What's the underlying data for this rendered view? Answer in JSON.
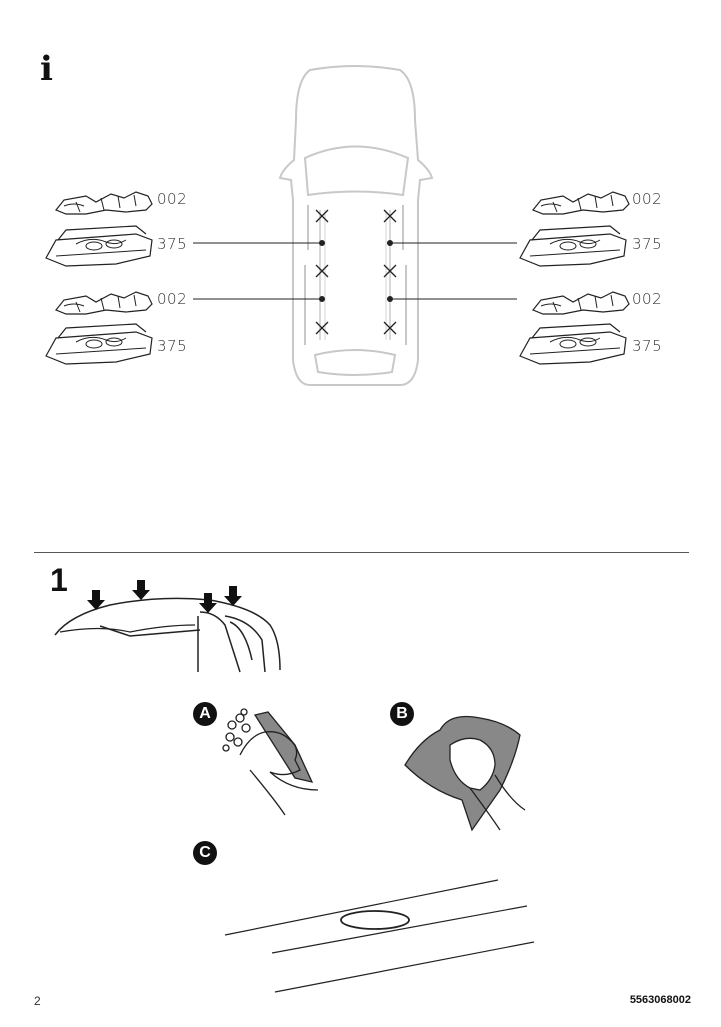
{
  "info_icon": "i",
  "part_labels": {
    "left_front_top": "002",
    "left_front_bottom": "375",
    "left_rear_top": "002",
    "left_rear_bottom": "375",
    "right_front_top": "002",
    "right_front_bottom": "375",
    "right_rear_top": "002",
    "right_rear_bottom": "375"
  },
  "step": {
    "number": "1"
  },
  "sub_steps": {
    "a": "A",
    "b": "B",
    "c": "C"
  },
  "footer": {
    "page_number": "2",
    "document_number": "5563068002"
  },
  "icons": [
    "info-icon",
    "car-top-view",
    "foot-pack",
    "roof-side-view",
    "cleaning-hand",
    "cloth-wipe",
    "roof-mark"
  ]
}
